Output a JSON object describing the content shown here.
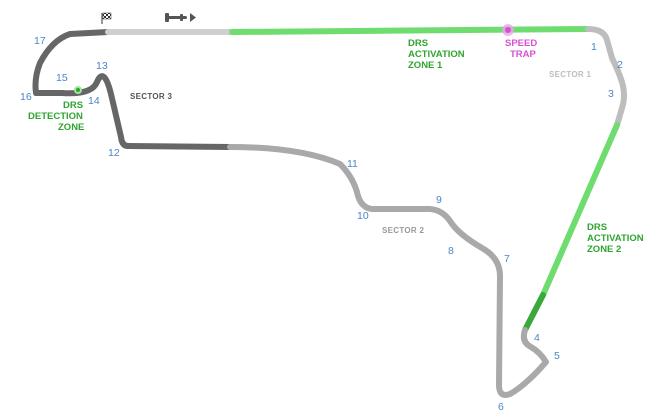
{
  "colors": {
    "background": "#ffffff",
    "track_gray": "#bdbdbd",
    "track_mid_gray": "#a9a9a9",
    "track_dark": "#666666",
    "drs_green": "#6fdc6f",
    "drs_dark_green": "#3aa83a",
    "drs_label": "#2fa52f",
    "speed_trap": "#d94fd6",
    "turn_number": "#4a86c8",
    "sector1_label": "#bdbdbd",
    "sector2_label": "#999999",
    "sector3_label": "#555555"
  },
  "icons": {
    "start_finish": "checkered-flag-icon",
    "car_direction": "f1-car-direction-icon"
  },
  "map": {
    "turns": [
      "1",
      "2",
      "3",
      "4",
      "5",
      "6",
      "7",
      "8",
      "9",
      "10",
      "11",
      "12",
      "13",
      "14",
      "15",
      "16",
      "17"
    ],
    "sectors": {
      "sector1": "SECTOR 1",
      "sector2": "SECTOR 2",
      "sector3": "SECTOR 3"
    },
    "drs_zone_1": [
      "DRS",
      "ACTIVATION",
      "ZONE 1"
    ],
    "drs_zone_2": [
      "DRS",
      "ACTIVATION",
      "ZONE 2"
    ],
    "drs_detection": [
      "DRS",
      "DETECTION",
      "ZONE"
    ],
    "speed_trap": [
      "SPEED",
      "TRAP"
    ]
  }
}
